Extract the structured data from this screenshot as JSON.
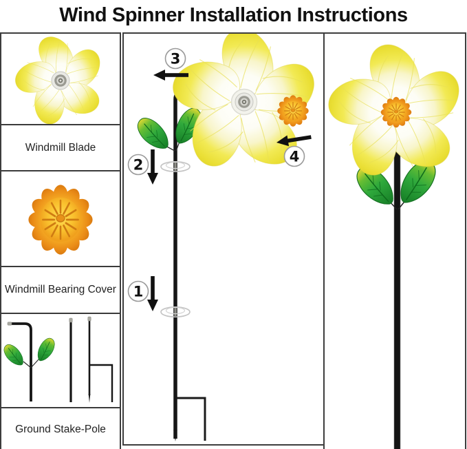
{
  "title": "Wind Spinner Installation Instructions",
  "parts_panel": {
    "items": [
      {
        "name": "windmill-blade",
        "label": "Windmill Blade"
      },
      {
        "name": "windmill-bearing-cover",
        "label": "Windmill Bearing Cover"
      },
      {
        "name": "ground-stake-pole",
        "label": "Ground Stake-Pole"
      }
    ]
  },
  "assembly_panel": {
    "steps": [
      {
        "number": "1"
      },
      {
        "number": "2"
      },
      {
        "number": "3"
      },
      {
        "number": "4"
      }
    ]
  },
  "colors": {
    "petal_yellow": "#f0e84c",
    "petal_white": "#ffffff",
    "bearing_orange": "#f0a01d",
    "leaf_green": "#2fa93c",
    "pole_black": "#161616",
    "border_gray": "#3d3d3d"
  }
}
